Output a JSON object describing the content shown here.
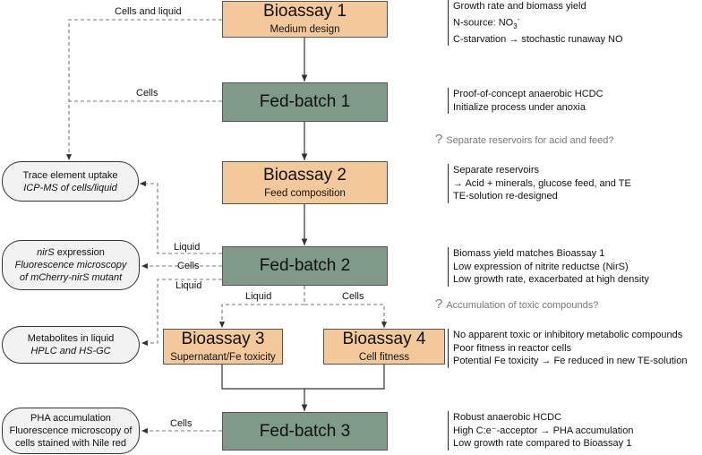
{
  "boxes": {
    "bioassay1": {
      "title": "Bioassay 1",
      "subtitle": "Medium design"
    },
    "fedbatch1": {
      "title": "Fed-batch 1"
    },
    "bioassay2": {
      "title": "Bioassay 2",
      "subtitle": "Feed composition"
    },
    "fedbatch2": {
      "title": "Fed-batch 2"
    },
    "bioassay3": {
      "title": "Bioassay 3",
      "subtitle": "Supernatant/Fe toxicity"
    },
    "bioassay4": {
      "title": "Bioassay 4",
      "subtitle": "Cell fitness"
    },
    "fedbatch3": {
      "title": "Fed-batch 3"
    }
  },
  "analyses": {
    "trace": {
      "line1": "Trace element uptake",
      "line2": "ICP-MS of cells/liquid"
    },
    "nirs": {
      "line1_italic": "nirS",
      "line1_rest": " expression",
      "line2": "Fluorescence microscopy",
      "line3": "of mCherry-nirS mutant"
    },
    "metabolites": {
      "line1": "Metabolites in liquid",
      "line2": "HPLC and HS-GC"
    },
    "pha": {
      "line1": "PHA accumulation",
      "line2": "Fluorescence microscopy of",
      "line3": "cells stained with Nile red"
    }
  },
  "edge_labels": {
    "cells_and_liquid": "Cells and liquid",
    "cells_fb1": "Cells",
    "liquid_fb2_top": "Liquid",
    "cells_fb2": "Cells",
    "liquid_fb2_bottom": "Liquid",
    "liquid_branch": "Liquid",
    "cells_branch": "Cells",
    "cells_fb3": "Cells"
  },
  "notes": {
    "bioassay1": [
      "Growth rate and biomass yield",
      "N-source: NO",
      "C-starvation → stochastic runaway NO"
    ],
    "bioassay1_subscript": "3",
    "bioassay1_superscript": "-",
    "fedbatch1": [
      "Proof-of-concept anaerobic HCDC",
      "Initialize process under anoxia"
    ],
    "bioassay2": [
      "Separate reservoirs",
      "→ Acid + minerals, glucose feed, and TE",
      "TE-solution re-designed"
    ],
    "fedbatch2": [
      "Biomass yield matches Bioassay 1",
      "Low expression of nitrite reductse (NirS)",
      "Low growth rate, exacerbated at high density"
    ],
    "bioassay34": [
      "No apparent toxic or inhibitory metabolic compounds",
      "Poor fitness in reactor cells",
      "Potential Fe toxicity → Fe reduced in new TE-solution"
    ],
    "fedbatch3": [
      "Robust anaerobic HCDC",
      "High C:e⁻-acceptor → PHA accumulation",
      "Low growth rate compared to Bioassay 1"
    ]
  },
  "questions": {
    "q1": {
      "mark": "?",
      "text": "Separate reservoirs for acid and feed?"
    },
    "q2": {
      "mark": "?",
      "text": "Accumulation of toxic compounds?"
    }
  },
  "colors": {
    "bioassay": "#f3c99c",
    "fedbatch": "#7f9a88",
    "analysis": "#f2f2f2"
  }
}
